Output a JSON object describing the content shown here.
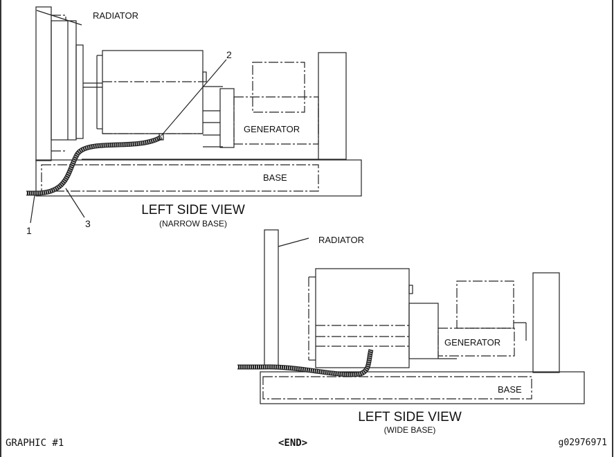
{
  "narrow_view": {
    "radiator_label": "RADIATOR",
    "generator_label": "GENERATOR",
    "base_label": "BASE",
    "title": "LEFT SIDE VIEW",
    "subtitle": "(NARROW BASE)",
    "callouts": [
      "1",
      "2",
      "3"
    ]
  },
  "wide_view": {
    "radiator_label": "RADIATOR",
    "generator_label": "GENERATOR",
    "base_label": "BASE",
    "title": "LEFT SIDE VIEW",
    "subtitle": "(WIDE BASE)"
  },
  "footer": {
    "graphic": "GRAPHIC #1",
    "end": "<END>",
    "figure_id": "g02976971"
  }
}
